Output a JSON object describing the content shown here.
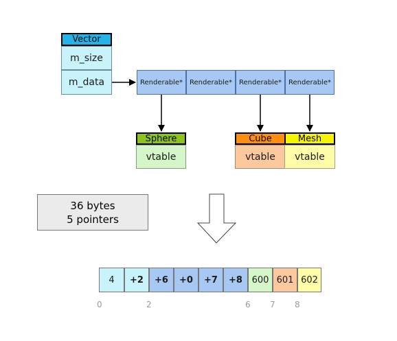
{
  "vector": {
    "title": "Vector",
    "fields": [
      "m_size",
      "m_data"
    ]
  },
  "renderables": [
    "Renderable*",
    "Renderable*",
    "Renderable*",
    "Renderable*"
  ],
  "objects": {
    "sphere": {
      "title": "Sphere",
      "field": "vtable"
    },
    "cube": {
      "title": "Cube",
      "field": "vtable"
    },
    "mesh": {
      "title": "Mesh",
      "field": "vtable"
    }
  },
  "summary": {
    "line1": "36 bytes",
    "line2": "5 pointers"
  },
  "memory": {
    "cells": [
      "4",
      "+2",
      "+6",
      "+0",
      "+7",
      "+8",
      "600",
      "601",
      "602"
    ],
    "indices": [
      "0",
      "2",
      "6",
      "7",
      "8"
    ]
  },
  "colors": {
    "vector_header": "#22b4e8",
    "vector_body": "#c9f3fb",
    "pointer": "#a7c8f2",
    "sphere_header": "#8ec31e",
    "sphere_body": "#d4f6c8",
    "cube_header": "#ff8d0f",
    "cube_body": "#fcc89e",
    "mesh_header": "#f7f400",
    "mesh_body": "#fffca8"
  }
}
